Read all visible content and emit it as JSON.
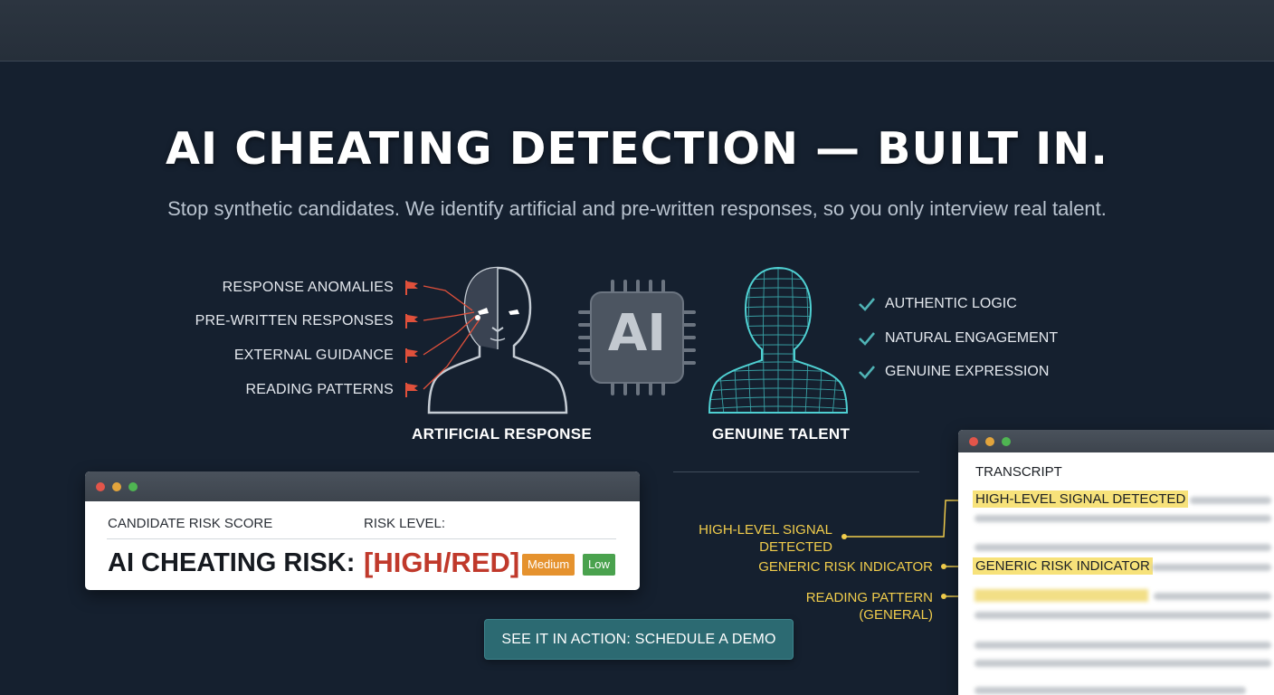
{
  "hero": {
    "title": "AI CHEATING DETECTION — BUILT IN.",
    "subtitle": "Stop synthetic candidates. We identify artificial and pre-written responses, so you only interview real talent."
  },
  "flags": [
    "RESPONSE ANOMALIES",
    "PRE-WRITTEN RESPONSES",
    "EXTERNAL GUIDANCE",
    "READING PATTERNS"
  ],
  "checks": [
    "AUTHENTIC LOGIC",
    "NATURAL ENGAGEMENT",
    "GENUINE EXPRESSION"
  ],
  "chip_label": "AI",
  "captions": {
    "artificial": "ARTIFICIAL RESPONSE",
    "genuine": "GENUINE TALENT"
  },
  "risk_card": {
    "score_label": "CANDIDATE RISK SCORE",
    "level_label": "RISK LEVEL:",
    "main_text": "AI CHEATING RISK:",
    "high_text": "[HIGH/RED]",
    "badges": [
      {
        "label": "Medium",
        "color": "#e5922e"
      },
      {
        "label": "Low",
        "color": "#4aa24e"
      }
    ]
  },
  "cta": {
    "label": "SEE IT IN ACTION: SCHEDULE A DEMO"
  },
  "callouts": {
    "high_level": "HIGH-LEVEL SIGNAL\nDETECTED",
    "generic": "GENERIC RISK INDICATOR",
    "reading": "READING PATTERN\n(GENERAL)"
  },
  "transcript": {
    "title": "TRANSCRIPT",
    "highlight_1": "HIGH-LEVEL SIGNAL DETECTED",
    "highlight_2": "GENERIC RISK INDICATOR"
  },
  "colors": {
    "background": "#15202f",
    "flag_red": "#e0503b",
    "check_teal": "#4fb3b5",
    "highlight_yellow": "#f7e27a",
    "callout_yellow": "#f1cd4c",
    "cta_teal": "#2c6a72",
    "risk_red": "#c0392b"
  },
  "icons": {
    "flag": "red-flag-icon",
    "check": "check-icon",
    "chip": "ai-chip-icon",
    "artificial_head": "artificial-head-icon",
    "genuine_head": "wireframe-head-icon"
  }
}
